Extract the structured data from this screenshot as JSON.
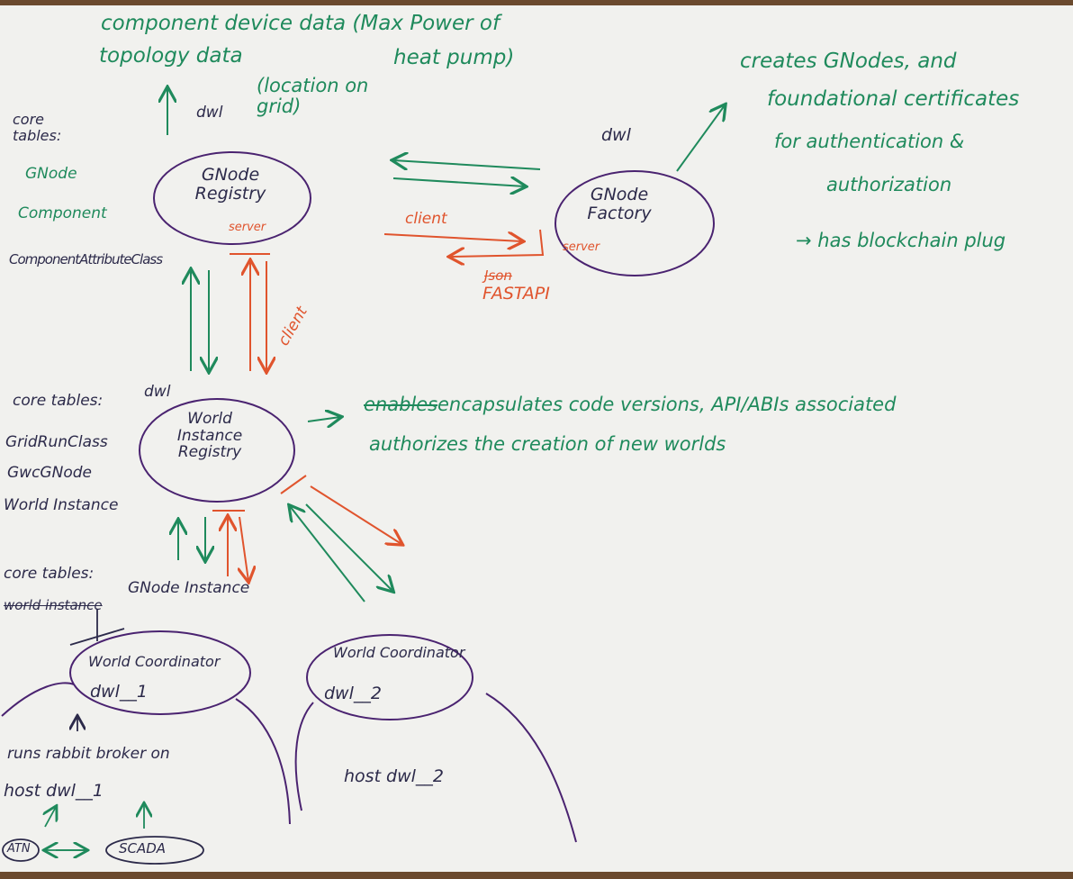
{
  "component_device_data": "component device data (Max Power of",
  "heat_pump": "heat pump)",
  "topology_data": "topology data",
  "location_on_grid": "(location on grid)",
  "dwl_top": "dwl",
  "gnode_registry": {
    "core_tables_heading": "core tables:",
    "tables": [
      "GNode",
      "Component",
      "ComponentAttributeClass"
    ],
    "name": "GNode Registry",
    "server_tag": "server",
    "dwl_label": "dwl",
    "client_tag": "client"
  },
  "gnode_factory": {
    "name": "GNode Factory",
    "server_tag": "server",
    "dwl_label": "dwl",
    "client_tag": "client",
    "api_strike": "Json",
    "api_label": "FASTAPI",
    "creates_line1": "creates GNodes, and",
    "creates_line2": "foundational certificates",
    "creates_line3": "for authentication &",
    "creates_line4": "authorization",
    "blockchain_note": "→ has blockchain plug"
  },
  "world_instance_registry": {
    "core_tables_heading": "core tables:",
    "tables": [
      "GridRunClass",
      "GwcGNode",
      "World Instance"
    ],
    "name": "World Instance Registry",
    "dwl_label": "dwl",
    "arrow": "→",
    "strike_word": "enables",
    "desc_line1": "encapsulates code versions, API/ABIs associated",
    "desc_line2": "authorizes the creation of new worlds"
  },
  "world_coordinator_1": {
    "core_tables_heading": "core tables:",
    "strike_word": "world instance",
    "table": "GNode Instance",
    "name": "World Coordinator",
    "id": "dwl__1",
    "runs_note": "runs rabbit broker on",
    "host_note": "host dwl__1",
    "atn": "ATN",
    "scada": "SCADA"
  },
  "world_coordinator_2": {
    "name": "World Coordinator",
    "id": "dwl__2",
    "host_note": "host dwl__2"
  },
  "colors": {
    "paper": "#f1f1ee",
    "green_ink": "#1f8a5c",
    "purple_ink": "#4a2370",
    "red_ink": "#e0542d",
    "navy_ink": "#2c2a4a"
  }
}
